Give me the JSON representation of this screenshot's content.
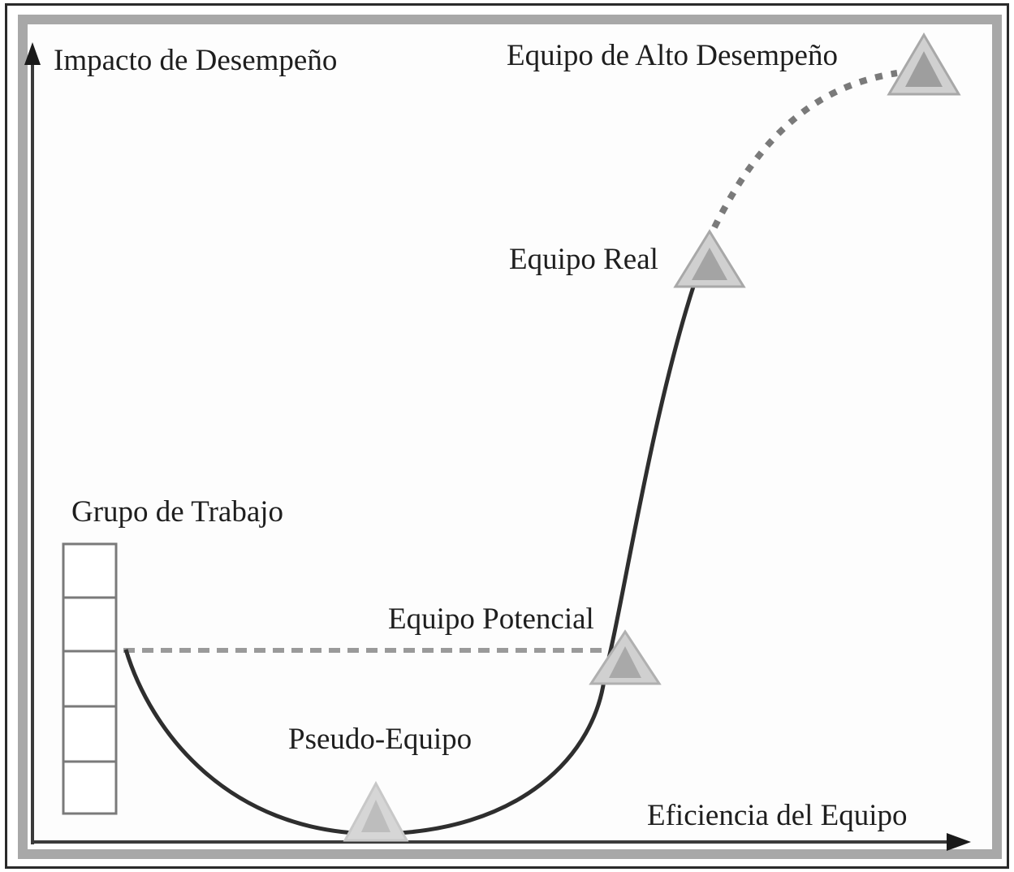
{
  "axes": {
    "y_label": "Impacto de Desempeño",
    "x_label": "Eficiencia del Equipo"
  },
  "stages": {
    "grupo_trabajo": "Grupo de Trabajo",
    "pseudo_equipo": "Pseudo-Equipo",
    "equipo_potencial": "Equipo Potencial",
    "equipo_real": "Equipo Real",
    "equipo_alto_desempeno": "Equipo de Alto Desempeño"
  },
  "icons": {
    "stage_marker": "triangle-icon",
    "work_group_marker": "stacked-boxes-icon",
    "axis_arrow": "arrowhead-icon"
  },
  "colors": {
    "curve": "#2e2e2e",
    "dashed_line": "#8a8a8a",
    "frame": "#a8a8a8",
    "marker_fill": "#c4c4c4",
    "text": "#1e1e1e"
  }
}
